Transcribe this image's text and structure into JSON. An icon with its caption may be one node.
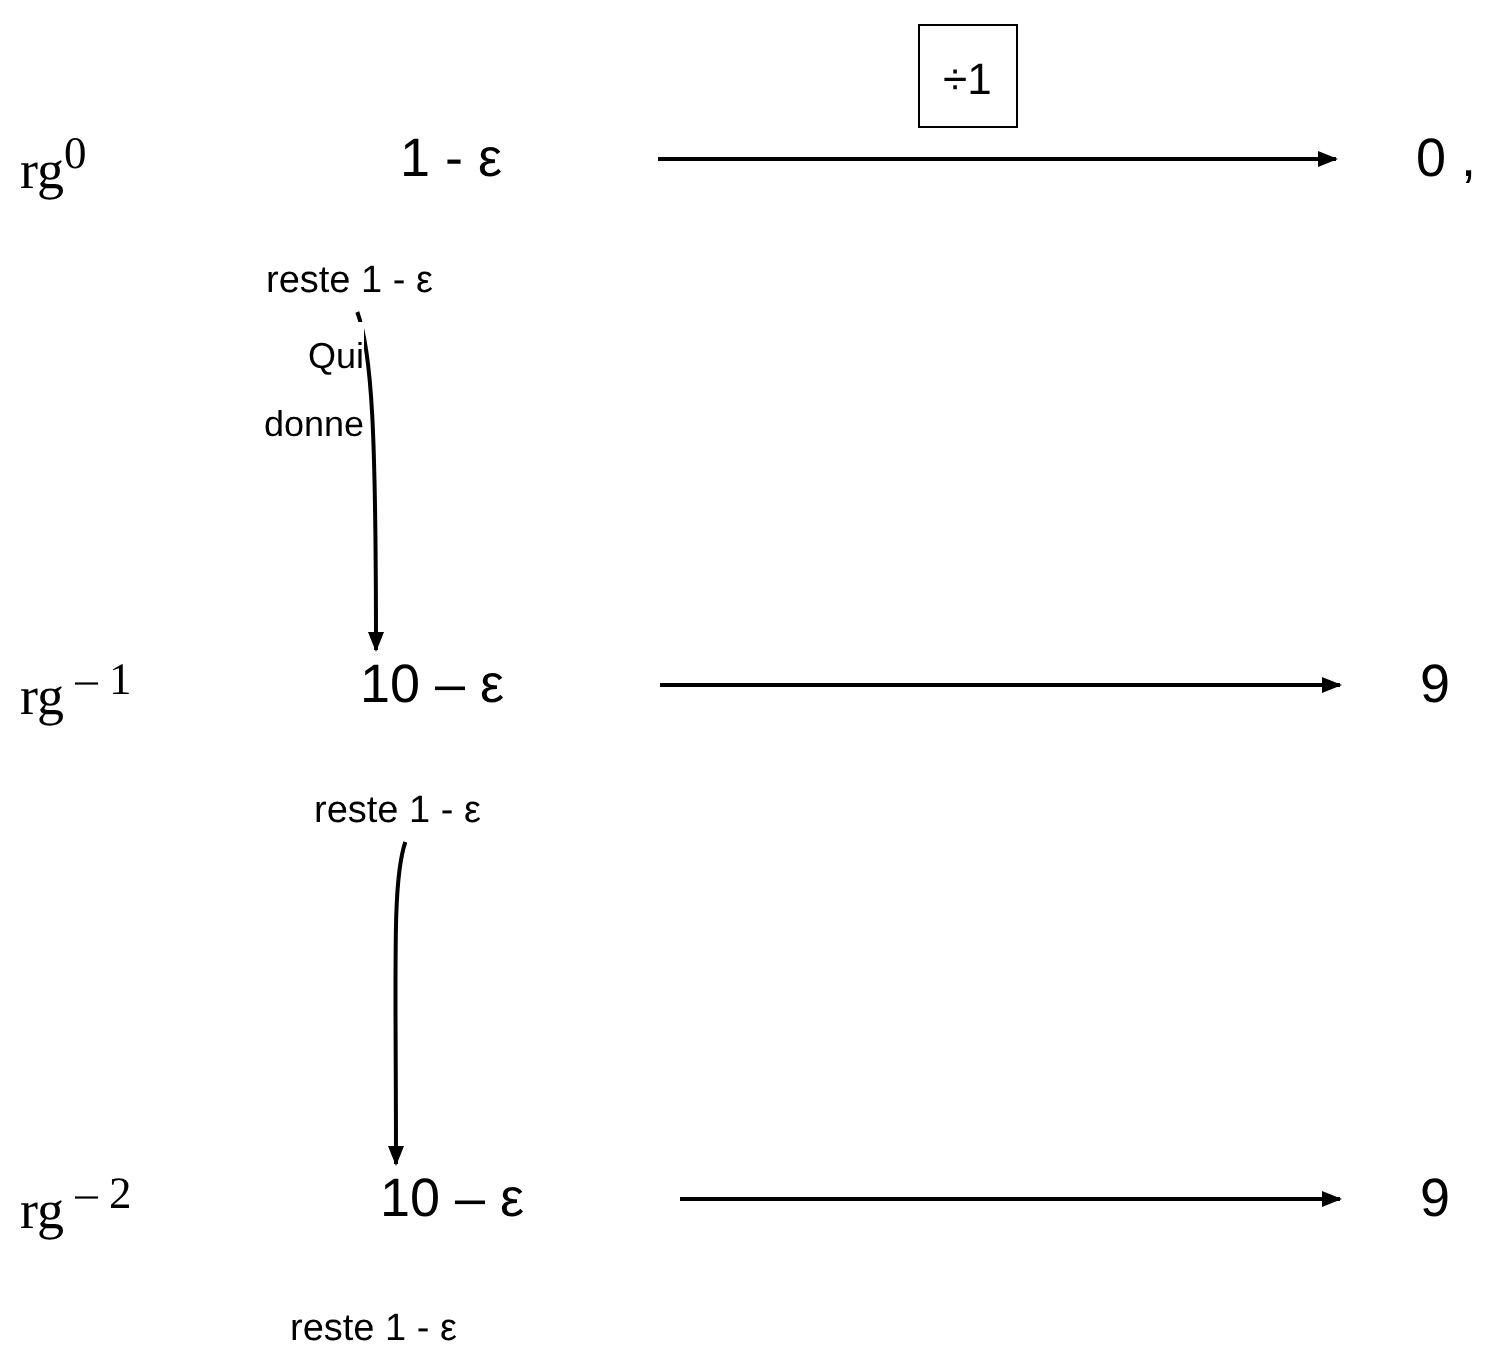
{
  "diagram": {
    "nodes": [
      {
        "text": [
          "1 - ε"
        ]
      },
      {
        "text": [
          "0 ,"
        ]
      },
      {
        "text": [
          "reste 1 - ε"
        ]
      },
      {
        "text": [
          "10 – ε"
        ]
      },
      {
        "text": [
          "9"
        ]
      },
      {
        "text": [
          "reste 1 - ε"
        ]
      },
      {
        "text": [
          "10 – ε"
        ]
      },
      {
        "text": [
          "9"
        ]
      },
      {
        "text": [
          "reste 1 - ε"
        ]
      }
    ],
    "edges": [
      {
        "from": 0,
        "to": 1,
        "arrow": "to",
        "label": "÷1"
      },
      {
        "from": 2,
        "to": 3,
        "arrow": "to",
        "label": "Qui donne"
      },
      {
        "from": 3,
        "to": 4,
        "arrow": "to"
      },
      {
        "from": 5,
        "to": 6,
        "arrow": "to"
      },
      {
        "from": 6,
        "to": 7,
        "arrow": "to"
      }
    ],
    "labels": [
      "rg$^{0}$",
      "rg$^{ – 1}$",
      "rg$^{ – 2}$"
    ]
  }
}
